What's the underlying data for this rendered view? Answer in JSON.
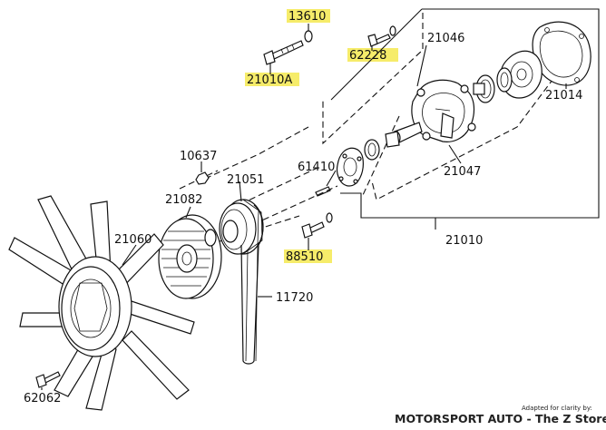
{
  "labels": {
    "p13610": "13610",
    "p62228": "62228",
    "p21010A": "21010A",
    "p21046": "21046",
    "p21014": "21014",
    "p21047": "21047",
    "p10637": "10637",
    "p61410": "61410",
    "p21051": "21051",
    "p21082": "21082",
    "p21060": "21060",
    "p88510": "88510",
    "p21010": "21010",
    "p11720": "11720",
    "p62062": "62062"
  },
  "credit": {
    "small": "Adapted for clarity by:",
    "big": "MOTORSPORT AUTO - The Z Store"
  },
  "colors": {
    "highlight": "#f6ec6a",
    "ink": "#111111"
  }
}
